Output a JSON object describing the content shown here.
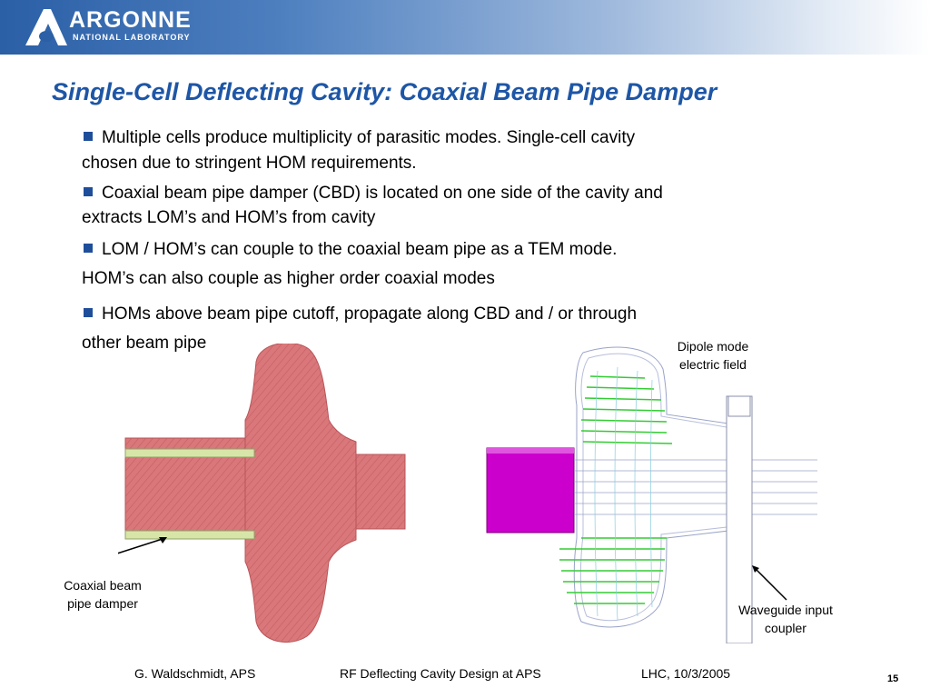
{
  "header": {
    "logo_name": "ARGONNE",
    "logo_sub": "NATIONAL LABORATORY",
    "colors": {
      "band_start": "#2b5fa6",
      "band_end": "#ffffff"
    }
  },
  "title": "Single-Cell Deflecting Cavity: Coaxial Beam Pipe Damper",
  "bullets": [
    {
      "line1": "Multiple cells produce multiplicity of parasitic modes.  Single-cell cavity",
      "line2": "chosen due to stringent HOM requirements."
    },
    {
      "line1": "Coaxial beam pipe damper (CBD) is located on one side of the cavity and",
      "line2": "extracts LOM’s and HOM’s from cavity"
    },
    {
      "line1": "LOM / HOM’s can couple to the coaxial beam pipe as a TEM mode.",
      "line2": "HOM’s can also couple as higher order coaxial modes"
    },
    {
      "line1": "HOMs above beam pipe cutoff, propagate along CBD and / or through",
      "line2": "other beam pipe"
    }
  ],
  "captions": {
    "coaxial_line1": "Coaxial beam",
    "coaxial_line2": "pipe damper",
    "dipole_line1": "Dipole mode",
    "dipole_line2": "electric field",
    "waveguide_line1": "Waveguide input",
    "waveguide_line2": "coupler"
  },
  "footer": {
    "author": "G. Waldschmidt, APS",
    "talk": "RF Deflecting Cavity Design at APS",
    "venue": "LHC, 10/3/2005",
    "page": "15"
  },
  "colors": {
    "title": "#1e56a6",
    "bullet": "#1e4e9a",
    "cavity_fill": "#d9777a",
    "damper_fill": "#cc00cc",
    "field_arrows": "#33cc33"
  }
}
